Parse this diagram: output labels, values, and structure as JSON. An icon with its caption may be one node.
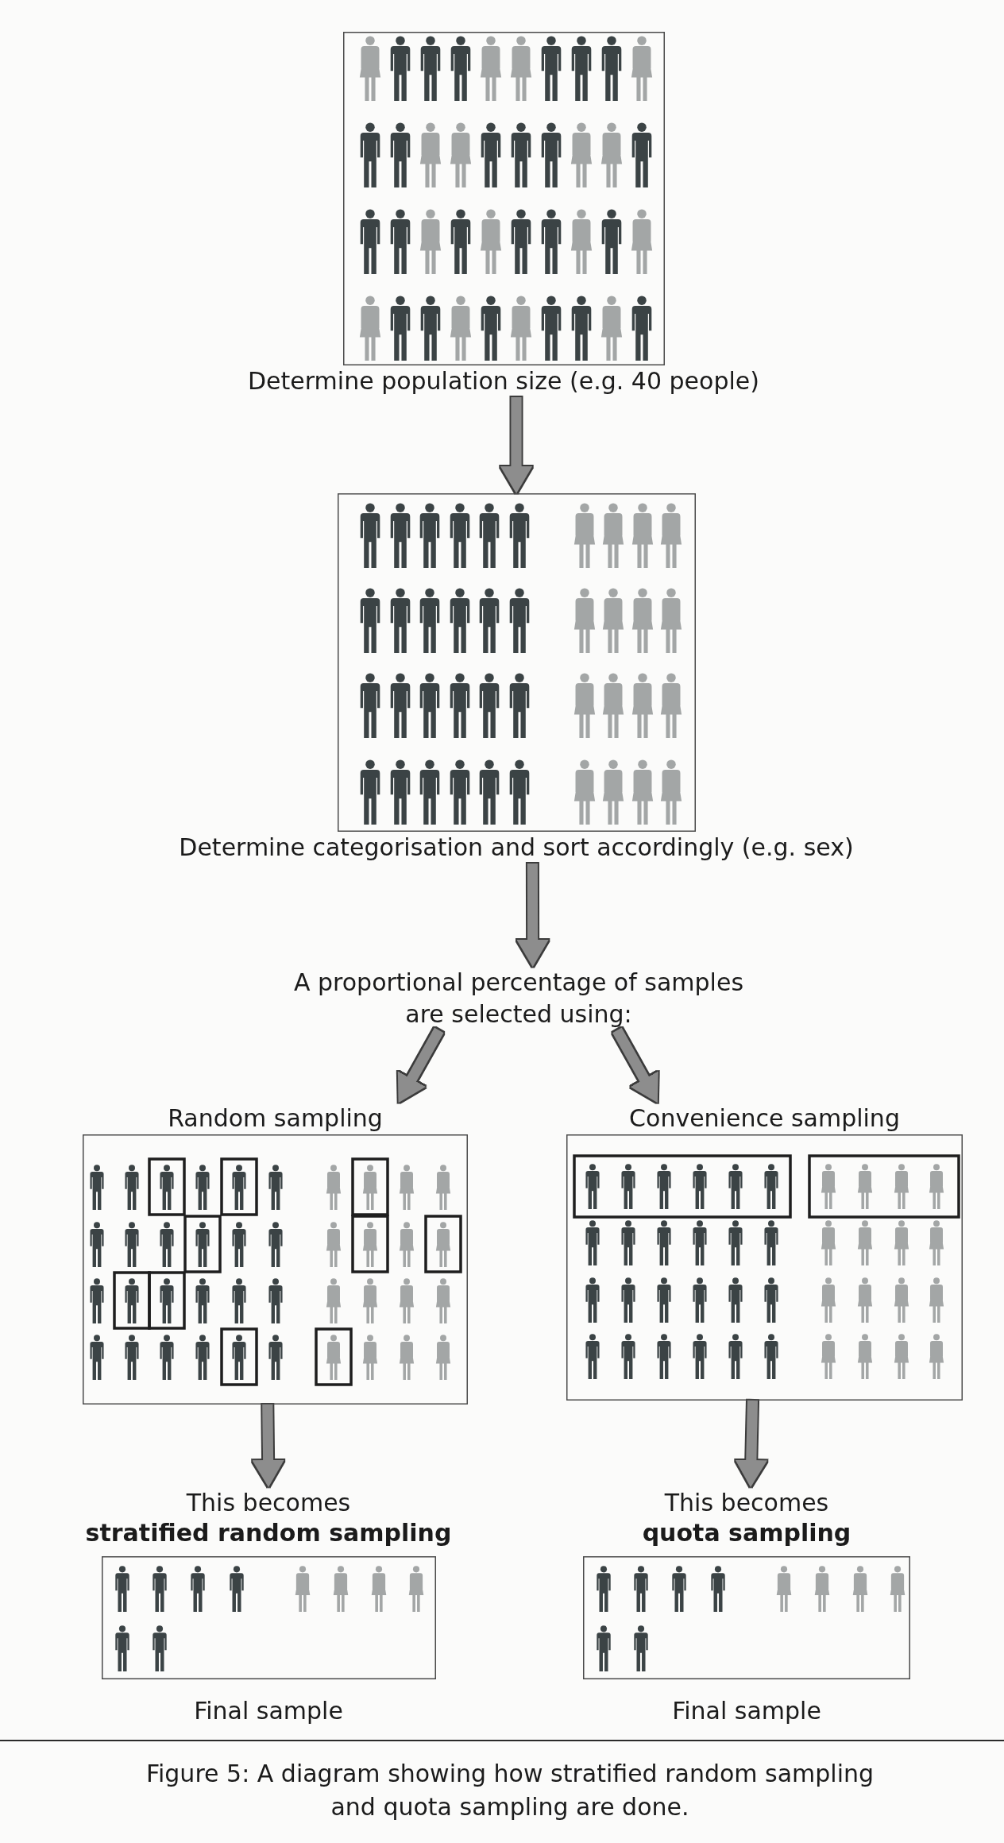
{
  "diagram": {
    "caption": "Figure 5: A diagram showing how stratified random sampling and quota sampling are done.",
    "nodes": [
      {
        "text": [],
        "shape": "picture",
        "beside": [
          "Determine population size (e.g. 40 people)"
        ]
      },
      {
        "text": [],
        "shape": "picture",
        "beside": [
          "Determine categorisation and sort accordingly (e.g. sex)"
        ]
      },
      {
        "text": [
          "A proportional percentage of samples are selected using:"
        ]
      },
      {
        "text": [
          "Random sampling"
        ]
      },
      {
        "text": [
          "Convenience sampling"
        ]
      },
      {
        "text": [
          "This becomes",
          "stratified random sampling"
        ],
        "beside": [
          "Final sample"
        ]
      },
      {
        "text": [
          "This becomes",
          "quota sampling"
        ],
        "beside": [
          "Final sample"
        ]
      }
    ],
    "edges": [
      {
        "from": 0,
        "to": 1,
        "arrow": "to"
      },
      {
        "from": 1,
        "to": 2,
        "arrow": "to"
      },
      {
        "from": 2,
        "to": 3,
        "arrow": "to"
      },
      {
        "from": 2,
        "to": 4,
        "arrow": "to"
      },
      {
        "from": 3,
        "to": 5,
        "arrow": "to"
      },
      {
        "from": 4,
        "to": 6,
        "arrow": "to"
      }
    ]
  }
}
